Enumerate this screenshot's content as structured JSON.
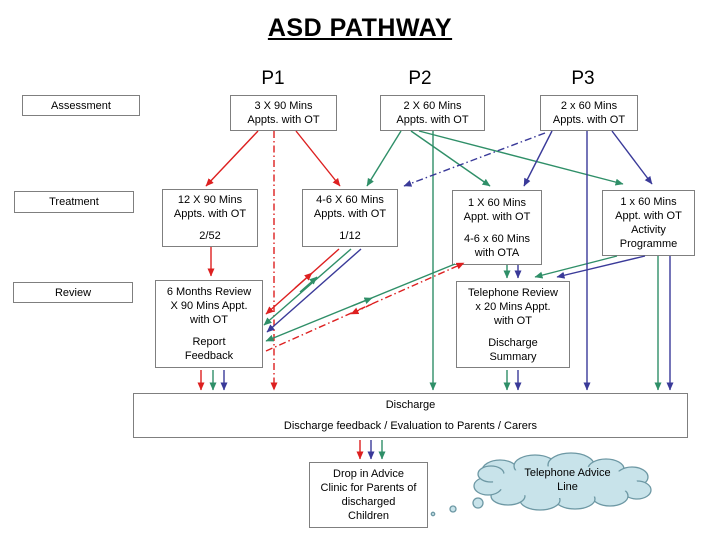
{
  "title": "ASD PATHWAY",
  "columns": {
    "p1": "P1",
    "p2": "P2",
    "p3": "P3"
  },
  "row_labels": {
    "assessment": "Assessment",
    "treatment": "Treatment",
    "review": "Review"
  },
  "boxes": {
    "p1_assessment": {
      "lines": [
        "3 X 90 Mins",
        "Appts. with OT"
      ]
    },
    "p2_assessment": {
      "lines": [
        "2 X 60 Mins",
        "Appts. with OT"
      ]
    },
    "p3_assessment": {
      "lines": [
        "2 x 60 Mins",
        "Appts. with OT"
      ]
    },
    "p1_treatment": {
      "lines": [
        "12 X 90 Mins",
        "Appts. with OT"
      ],
      "note": "2/52"
    },
    "p1_treatment_alt": {
      "lines": [
        "4-6 X 60 Mins",
        "Appts. with OT"
      ],
      "note": "1/12"
    },
    "p2_treatment": {
      "lines": [
        "1 X 60 Mins",
        "Appt. with OT"
      ],
      "note_lines": [
        "4-6 x 60 Mins",
        "with OTA"
      ]
    },
    "p3_treatment": {
      "lines": [
        "1 x 60 Mins",
        "Appt. with OT",
        "Activity",
        "Programme"
      ]
    },
    "p1_review": {
      "lines": [
        "6 Months Review",
        "X 90 Mins Appt.",
        "with OT"
      ],
      "note_lines": [
        "Report",
        "Feedback"
      ]
    },
    "p2_review": {
      "lines": [
        "Telephone Review",
        "x 20 Mins Appt.",
        "with OT"
      ],
      "note_lines": [
        "Discharge",
        "Summary"
      ]
    },
    "discharge": {
      "lines": [
        "Discharge",
        "Discharge feedback / Evaluation to Parents / Carers"
      ]
    },
    "drop_in_clinic": {
      "lines": [
        "Drop in Advice",
        "Clinic for Parents of",
        "discharged",
        "Children"
      ]
    },
    "telephone_advice": {
      "lines": [
        "Telephone Advice",
        "Line"
      ]
    }
  },
  "colors": {
    "p1_arrow": "#dd2020",
    "p2_arrow": "#2f8f68",
    "p3_arrow": "#3a3a99",
    "box_border": "#7f7f7f",
    "cloud_fill": "#c8e3ea",
    "cloud_stroke": "#6d98a4"
  }
}
